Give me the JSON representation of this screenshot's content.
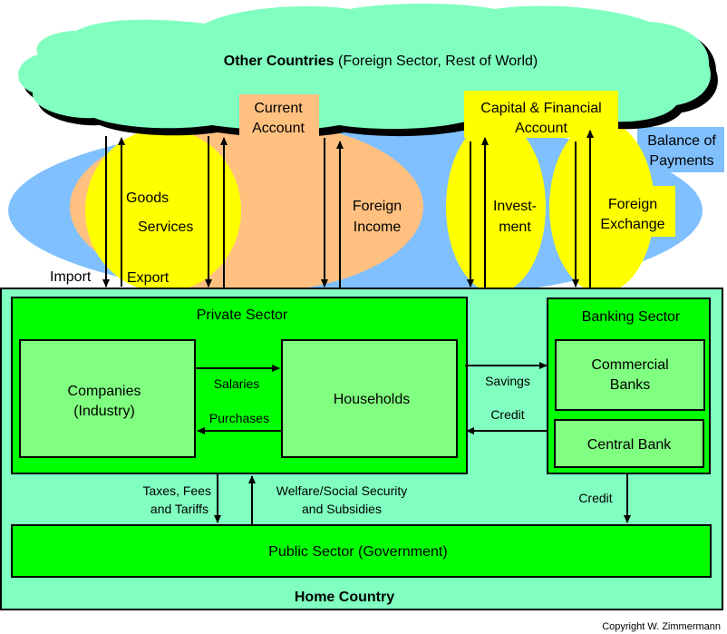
{
  "colors": {
    "cloud": "#80ffc0",
    "balance_of_payments": "#80c0ff",
    "current_account": "#ffc080",
    "highlight": "#ffff00",
    "home_country": "#80ffc0",
    "sector": "#00ff00",
    "sub_box": "#80ff80"
  },
  "foreign": {
    "title_bold": "Other Countries",
    "title_rest": " (Foreign Sector, Rest of World)",
    "current_account": [
      "Current",
      "Account"
    ],
    "capital_account": [
      "Capital & Financial",
      "Account"
    ],
    "balance_of_payments": [
      "Balance of",
      "Payments"
    ],
    "goods": "Goods",
    "services": "Services",
    "import": "Import",
    "export": "Export",
    "foreign_income": [
      "Foreign",
      "Income"
    ],
    "investment": [
      "Invest-",
      "ment"
    ],
    "foreign_exchange": [
      "Foreign",
      "Exchange"
    ]
  },
  "home": {
    "title": "Home Country",
    "private_sector": "Private Sector",
    "companies": [
      "Companies",
      "(Industry)"
    ],
    "households": "Households",
    "salaries": "Salaries",
    "purchases": "Purchases",
    "savings": "Savings",
    "credit_to_households": "Credit",
    "banking_sector": "Banking Sector",
    "commercial_banks": [
      "Commercial",
      "Banks"
    ],
    "central_bank": "Central Bank",
    "taxes": [
      "Taxes, Fees",
      "and Tariffs"
    ],
    "welfare": [
      "Welfare/Social Security",
      "and Subsidies"
    ],
    "credit_to_government": "Credit",
    "public_sector": "Public Sector (Government)"
  },
  "copyright": "Copyright W. Zimmermann"
}
